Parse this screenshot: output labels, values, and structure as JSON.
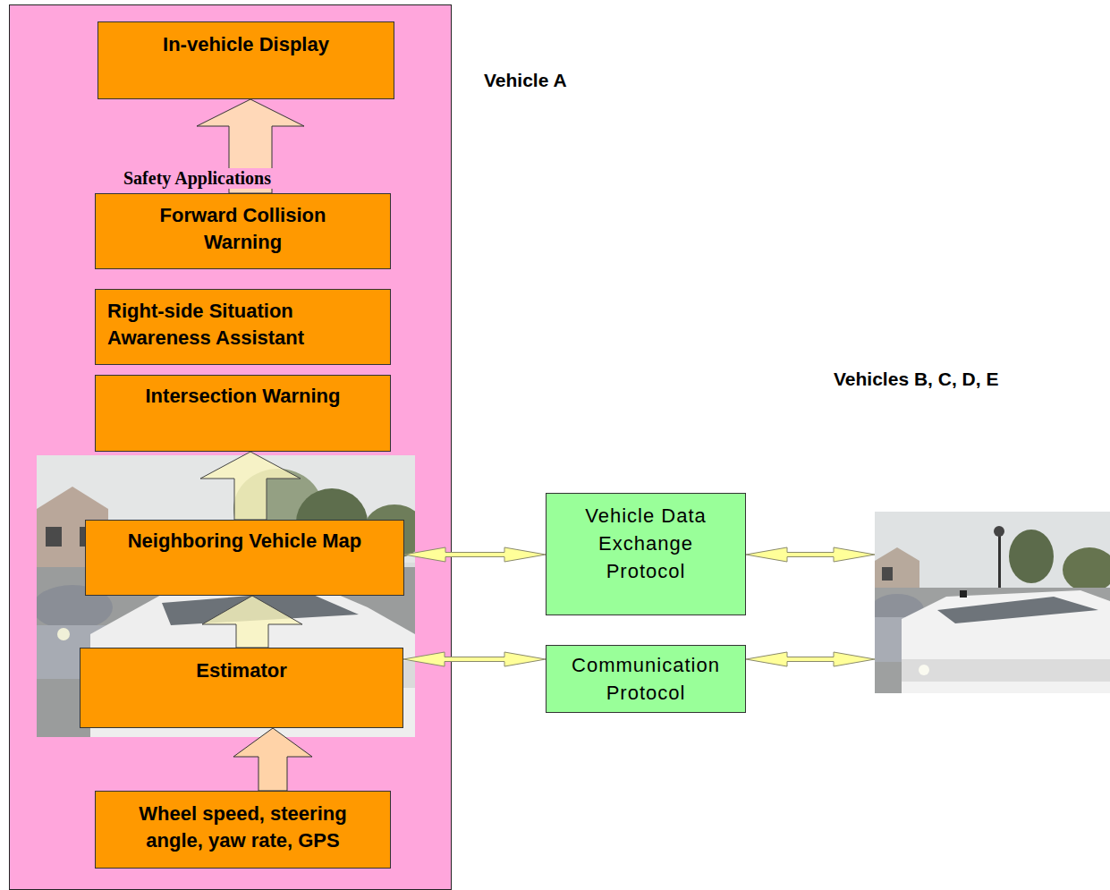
{
  "diagram": {
    "nodes": [
      {
        "text": [
          "Vehicle A"
        ]
      },
      {
        "text": [
          "In-vehicle Display"
        ],
        "in": 0
      },
      {
        "text": [
          "Forward Collision Warning"
        ],
        "in": 0
      },
      {
        "text": [
          "Right-side Situation Awareness Assistant"
        ],
        "in": 0
      },
      {
        "text": [
          "Intersection Warning"
        ],
        "in": 0
      },
      {
        "text": [
          "Neighboring Vehicle Map"
        ],
        "in": 0
      },
      {
        "text": [
          "Estimator"
        ],
        "in": 0
      },
      {
        "text": [
          "Wheel speed, steering angle, yaw rate, GPS"
        ],
        "in": 0
      },
      {
        "text": [
          "Vehicle Data Exchange Protocol"
        ]
      },
      {
        "text": [
          "Communication Protocol"
        ]
      },
      {
        "text": [
          "Vehicles B, C, D, E"
        ]
      }
    ],
    "edges": [
      {
        "from": 7,
        "to": 6,
        "arrow": "to"
      },
      {
        "from": 6,
        "to": 5,
        "arrow": "to"
      },
      {
        "from": 5,
        "to": 4,
        "arrow": "to"
      },
      {
        "from": 2,
        "to": 1,
        "arrow": "to"
      },
      {
        "from": 5,
        "to": 8,
        "arrow": "both"
      },
      {
        "from": 8,
        "to": 10,
        "arrow": "both"
      },
      {
        "from": 6,
        "to": 9,
        "arrow": "both"
      },
      {
        "from": 9,
        "to": 10,
        "arrow": "both"
      }
    ],
    "labels": [
      "Safety Applications"
    ]
  }
}
